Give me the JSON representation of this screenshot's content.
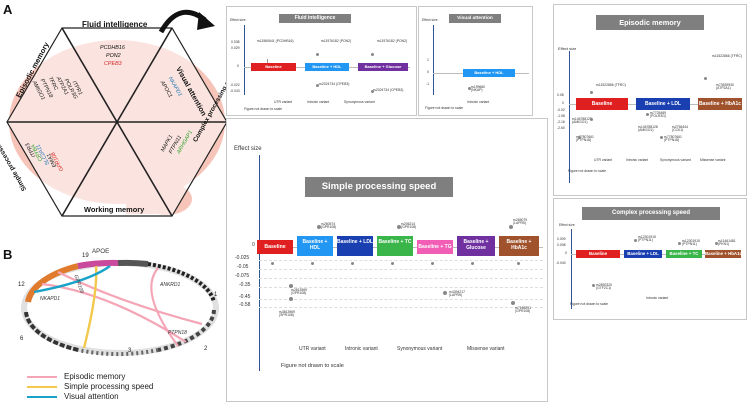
{
  "panel_labels": {
    "a": "A",
    "b": "B"
  },
  "hexagon": {
    "sections": {
      "fluid": "Fluid intelligence",
      "visual": "Visual attention",
      "complex": "Complex processing speed",
      "working": "Working memory",
      "simple": "Simple processing speed",
      "episodic": "Episodic memory"
    },
    "genes": {
      "fluid": [
        "PCDHB16",
        "PON2",
        "CPEB3"
      ],
      "visual": [
        "NKAPD1",
        "APOC1"
      ],
      "complex": [
        "MAPK1",
        "PTPN11",
        "ARHGAP1"
      ],
      "simple": [
        "GPR108",
        "EMA1",
        "SLC2A11",
        "CRYBA",
        "ITPR3"
      ],
      "episodic": [
        "AMIGO1",
        "PTPN18",
        "TFRC",
        "ATP2A1",
        "POLR3G",
        "ITPR1"
      ]
    },
    "gene_colors": {
      "red": "#d62728",
      "black": "#111111",
      "blue": "#1f77b4",
      "green": "#2ca02c"
    }
  },
  "fluid_panel": {
    "title": "Fluid intelligence",
    "ylabel": "Effect size",
    "ticks": [
      "0.038",
      "0.029",
      "0",
      "-0.022",
      "-0.043"
    ],
    "bars": [
      "Baseline",
      "Baseline + HDL",
      "Baseline + Glucose"
    ],
    "annotations": [
      "rs11560641 (PCDHB16)",
      "rs11976182 (PON2)",
      "rs11976182 (PON2)",
      "rs2024734 (CPEB3)",
      "rs2024734 (CPEB3)"
    ],
    "legend": [
      "UTR variant",
      "Intronic variant",
      "Synonymous variant"
    ],
    "note": "Figure not drawn to scale"
  },
  "visual_panel": {
    "title": "Visual attention",
    "ylabel": "Effect size",
    "ticks": [
      "1",
      "0",
      "-1"
    ],
    "bars": [
      "Baseline + HDL"
    ],
    "annotations": [
      "rs199660 (NKAP)"
    ],
    "legend": [
      "Intronic variant"
    ],
    "note": "Figure not drawn to scale"
  },
  "episodic_panel": {
    "title": "Episodic memory",
    "ylabel": "Effect size",
    "ticks": [
      "0.08",
      "0",
      "-0.02",
      "-1.98",
      "-2.16",
      "-2.60"
    ],
    "bars": [
      "Baseline",
      "Baseline + LDL",
      "Baseline + HbA1c"
    ],
    "annotations": [
      "rs11522866 (TFRC)",
      "rs146788128 (AMIGO1)",
      "rs77807661 (PTPN18)",
      "rs7725489 (POLR3G)",
      "rs146788128 (AMIGO1)",
      "rs77807661 (PTPN18)",
      "rs2756444 (CCK1)",
      "rs11522866 (TFRC)",
      "rs73539930 (ATP2A1)"
    ],
    "legend": [
      "UTR variant",
      "Intronic variant",
      "Synonymous variant",
      "Missense variant"
    ],
    "note": "Figure not drawn to scale"
  },
  "simple_panel": {
    "title": "Simple processing speed",
    "ylabel": "Effect size",
    "ticks": [
      "0",
      "-0.025",
      "-0.05",
      "-0.075",
      "-0.35",
      "-0.45",
      "-0.58"
    ],
    "bars": [
      {
        "label": "Baseline",
        "color": "#e02020"
      },
      {
        "label": "Baseline + HDL",
        "color": "#2196f3"
      },
      {
        "label": "Baseline + LDL",
        "color": "#1a3fb0"
      },
      {
        "label": "Baseline + TC",
        "color": "#39b54a"
      },
      {
        "label": "Baseline + TG",
        "color": "#f25eb5"
      },
      {
        "label": "Baseline + Glucose",
        "color": "#7030a0"
      },
      {
        "label": "Baseline + HbA1c",
        "color": "#a0522d"
      }
    ],
    "annotations": [
      "rs260574 (GPR108)",
      "rs206214 (GPR108)",
      "rs265079 (LAPR5)",
      "rs4394217 (LAPR5)",
      "rs2813969 (GPR108)",
      "rs3813969 (SPR108)",
      "rs7158291 (GPR108)"
    ],
    "legend": [
      "UTR variant",
      "Intronic variant",
      "Synonymous variant",
      "Missense variant"
    ],
    "note": "Figure not drawn to scale"
  },
  "complex_panel": {
    "title": "Complex processing speed",
    "ylabel": "Effect size",
    "ticks": [
      "0.009",
      "0.008",
      "0",
      "-0.040"
    ],
    "bars": [
      "Baseline",
      "Baseline + LDL",
      "Baseline + TC",
      "Baseline + HbA1c"
    ],
    "annotations": [
      "rs12301915 (PTPN11)",
      "rs12301915 (PTPN11)",
      "rs11461481 (PKN1)",
      "rs2892320 (GTF2C1)"
    ],
    "legend": [
      "Intronic variant"
    ],
    "note": "Figure not drawn to scale"
  },
  "circos": {
    "chromosomes": [
      "19",
      "1",
      "2",
      "3",
      "6",
      "12"
    ],
    "top_gene": "APOE",
    "genes": [
      "NKAPD1",
      "GPR108",
      "ANKRD1",
      "PTPN18"
    ],
    "legend": [
      {
        "label": "Episodic memory",
        "color": "#f4a6b7"
      },
      {
        "label": "Simple processing speed",
        "color": "#f2c94c"
      },
      {
        "label": "Visual attention",
        "color": "#1aa3c9"
      }
    ]
  }
}
